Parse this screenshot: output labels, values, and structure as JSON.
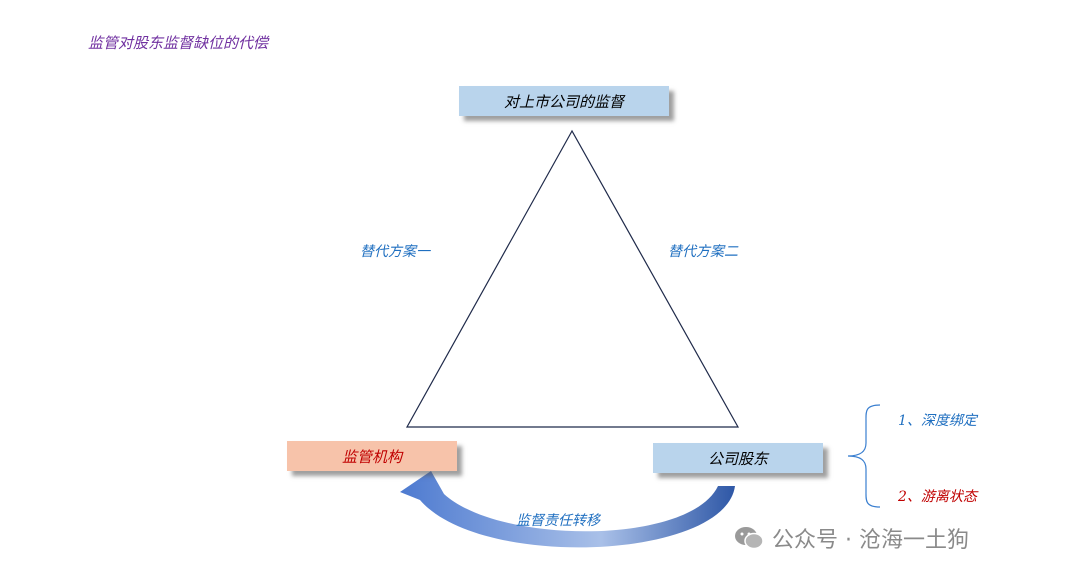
{
  "title": "监管对股东监督缺位的代偿",
  "nodes": {
    "top": "对上市公司的监督",
    "left": "监管机构",
    "right": "公司股东"
  },
  "edges": {
    "left_side": "替代方案一",
    "right_side": "替代方案二",
    "bottom_arrow": "监督责任转移"
  },
  "shareholder_states": [
    "1、深度绑定",
    "2、游离状态"
  ],
  "watermark": "公众号 · 沧海一土狗",
  "colors": {
    "title": "#7030a0",
    "label_blue": "#1f6fc0",
    "accent_red": "#c00000",
    "box_blue": "#b9d4ec",
    "box_orange": "#f7c3aa",
    "arrow_blue": "#2e57a6"
  }
}
